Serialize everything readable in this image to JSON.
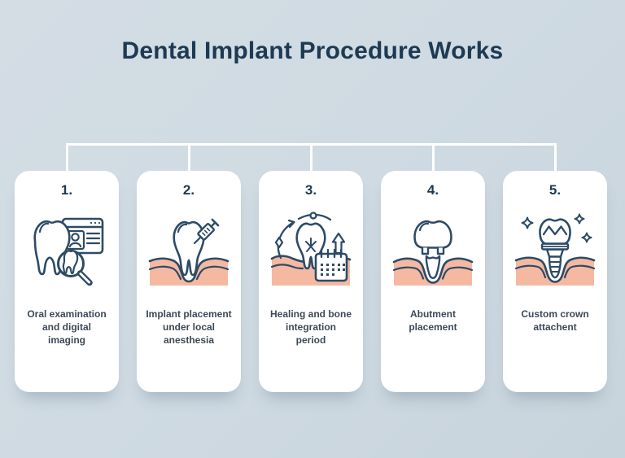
{
  "title": "Dental Implant Procedure Works",
  "colors": {
    "background": "#cfdae2",
    "card": "#ffffff",
    "stroke_navy": "#2d4b66",
    "title_text": "#1d3a52",
    "label_text": "#3d4956",
    "gum": "#f5b9a2",
    "connector": "#ffffff"
  },
  "steps": [
    {
      "number": "1.",
      "icon": "tooth-magnifier-record-icon",
      "label": "Oral examination\nand digital\nimaging"
    },
    {
      "number": "2.",
      "icon": "tooth-syringe-gum-icon",
      "label": "Implant placement\nunder local\nanesthesia"
    },
    {
      "number": "3.",
      "icon": "tooth-healing-calendar-icon",
      "label": "Healing and bone\nintegration\nperiod"
    },
    {
      "number": "4.",
      "icon": "crown-abutment-gum-icon",
      "label": "Abutment\nplacement"
    },
    {
      "number": "5.",
      "icon": "crown-implant-sparkle-icon",
      "label": "Custom crown\nattachent"
    }
  ]
}
